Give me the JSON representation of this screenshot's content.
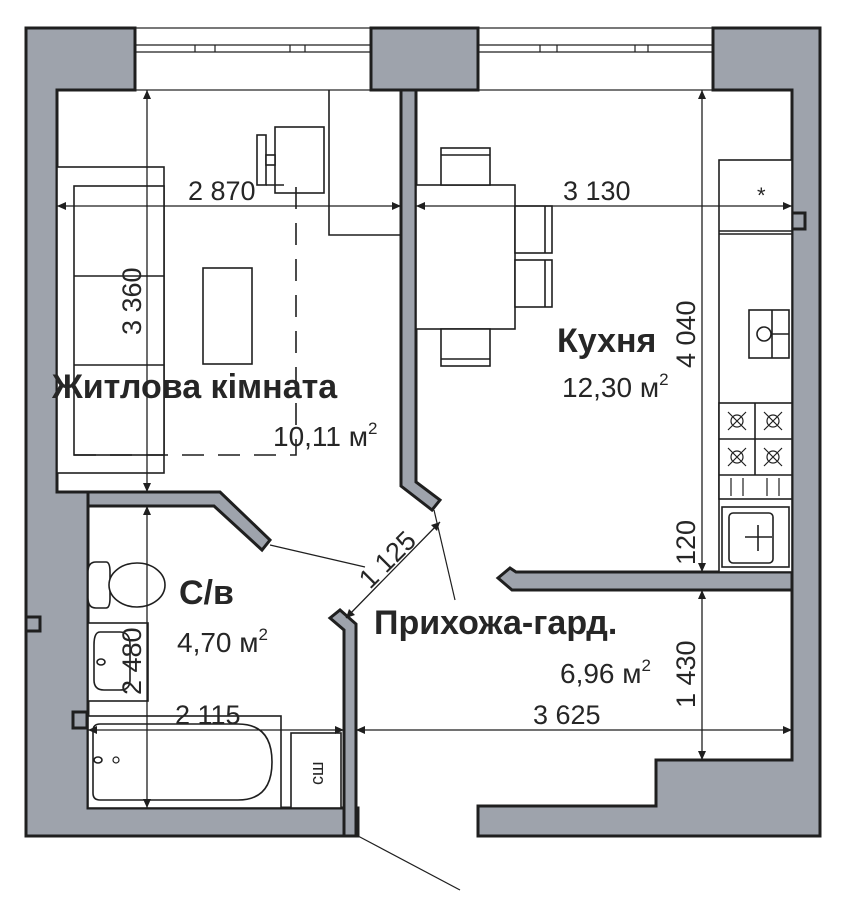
{
  "plan": {
    "colors": {
      "wall_fill": "#9ea3ac",
      "wall_stroke": "#1f1f1f",
      "text": "#262626",
      "background": "#ffffff"
    },
    "rooms": {
      "living": {
        "name": "Житлова кімната",
        "area": "10,11 м",
        "area_sup": "2"
      },
      "kitchen": {
        "name": "Кухня",
        "area": "12,30 м",
        "area_sup": "2"
      },
      "bathroom": {
        "name": "С/в",
        "area": "4,70 м",
        "area_sup": "2"
      },
      "hallway": {
        "name": "Прихожа-гард.",
        "area": "6,96 м",
        "area_sup": "2"
      }
    },
    "dimensions": {
      "living_width": "2 870",
      "living_depth": "3 360",
      "kitchen_width": "3 130",
      "kitchen_depth": "4 040",
      "kitchen_offset": "120",
      "door_diagonal": "1 125",
      "bath_width": "2 115",
      "bath_depth": "2 480",
      "hall_width": "3 625",
      "hall_depth": "1 430"
    },
    "labels": {
      "shaft": "сш",
      "fridge_marker": "*"
    },
    "icons": {
      "stove": "gas-burner-icon",
      "sink": "sink-icon",
      "toilet": "toilet-icon",
      "bathtub": "bathtub-icon",
      "washbasin": "washbasin-icon"
    }
  }
}
